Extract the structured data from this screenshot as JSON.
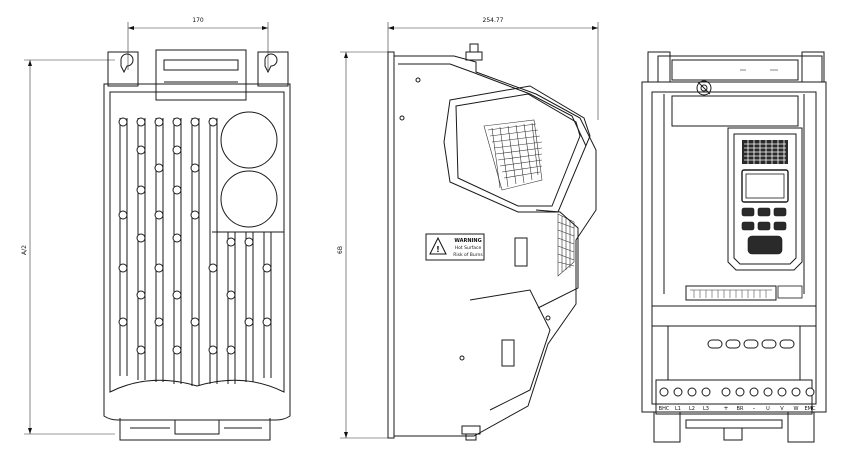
{
  "dimensions": {
    "front_width": "170",
    "side_depth": "254.77",
    "front_height": "A/2",
    "side_height": "6B"
  },
  "warning_label": {
    "title": "WARNING",
    "line1": "Hot Surface",
    "line2": "Risk of Burns"
  },
  "terminals": [
    "BHC",
    "L1",
    "L2",
    "L3",
    "+",
    "BR",
    "-",
    "U",
    "V",
    "W",
    "EMC"
  ],
  "colors": {
    "line": "#1a1a1a",
    "background": "#ffffff",
    "keypad_dark": "#2a2a2a"
  }
}
